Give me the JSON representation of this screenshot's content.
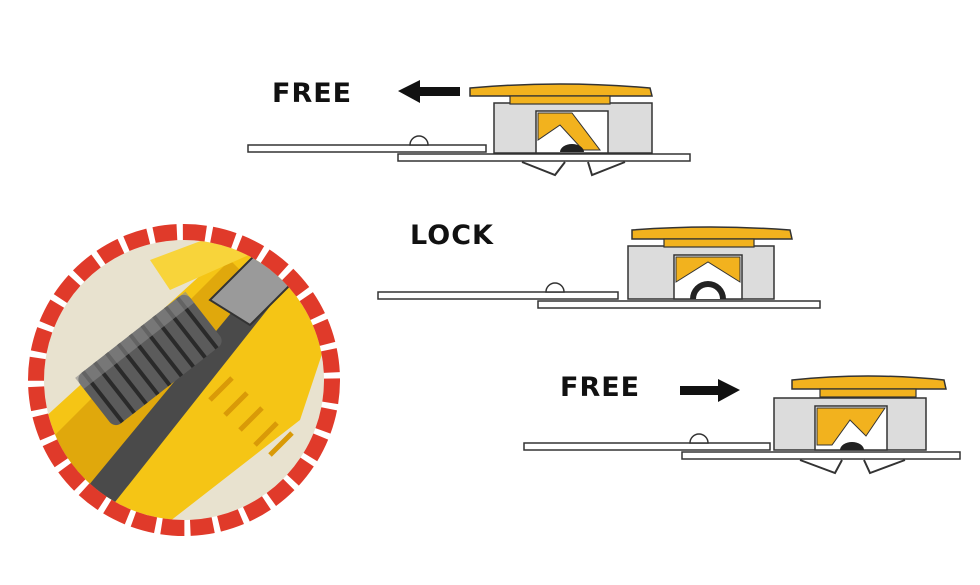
{
  "labels": {
    "free_top": "FREE",
    "lock": "LOCK",
    "free_bottom": "FREE"
  },
  "icons": {
    "arrow_left": "arrow-left-icon",
    "arrow_right": "arrow-right-icon"
  },
  "colors": {
    "slider_yellow": "#f2b21e",
    "housing_gray": "#dcdcdc",
    "outline": "#333333",
    "magnifier_red": "#e03a2a",
    "body_yellow": "#f5c515"
  }
}
